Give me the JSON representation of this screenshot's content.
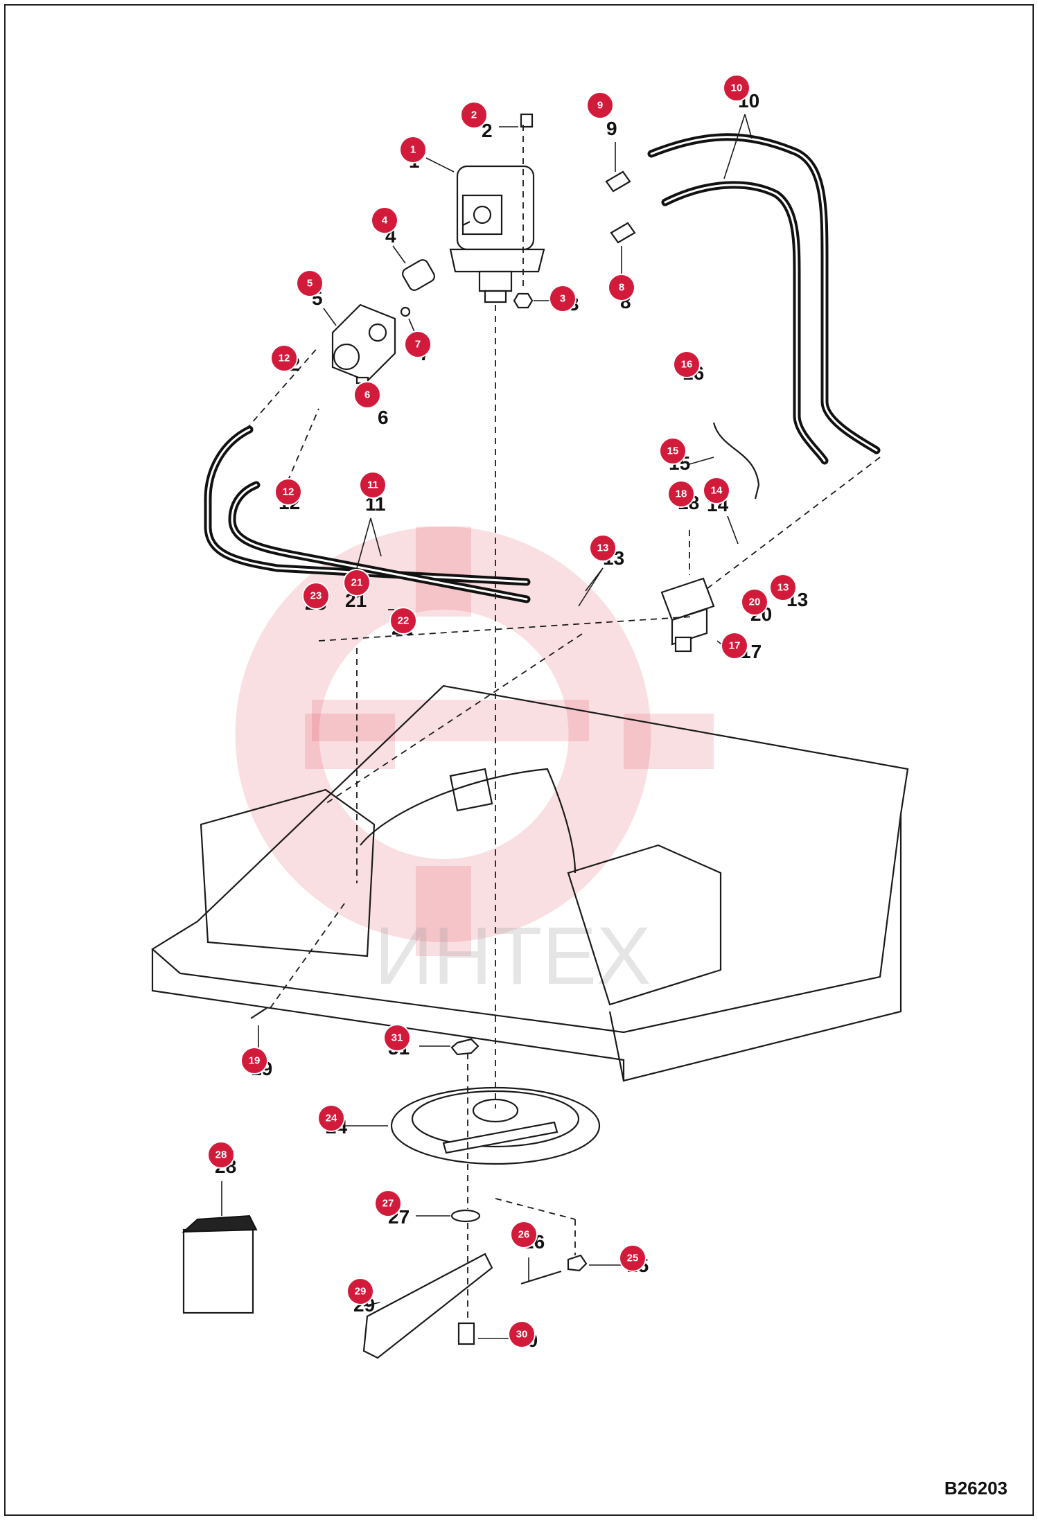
{
  "diagram": {
    "drawing_code": "B26203",
    "watermark": "ИНТЕХ",
    "callouts": [
      {
        "num": "1",
        "label": "1"
      },
      {
        "num": "2",
        "label": "2"
      },
      {
        "num": "3",
        "label": "3"
      },
      {
        "num": "4",
        "label": "4"
      },
      {
        "num": "5",
        "label": "5"
      },
      {
        "num": "6",
        "label": "6"
      },
      {
        "num": "7",
        "label": "7"
      },
      {
        "num": "8",
        "label": "8"
      },
      {
        "num": "9",
        "label": "9"
      },
      {
        "num": "10",
        "label": "10"
      },
      {
        "num": "11",
        "label": "11"
      },
      {
        "num": "12",
        "label": "12"
      },
      {
        "num": "12",
        "label": "12"
      },
      {
        "num": "13",
        "label": "13"
      },
      {
        "num": "13",
        "label": "13"
      },
      {
        "num": "14",
        "label": "14"
      },
      {
        "num": "15",
        "label": "15"
      },
      {
        "num": "16",
        "label": "16"
      },
      {
        "num": "17",
        "label": "17"
      },
      {
        "num": "18",
        "label": "18"
      },
      {
        "num": "19",
        "label": "19"
      },
      {
        "num": "20",
        "label": "20"
      },
      {
        "num": "21",
        "label": "21"
      },
      {
        "num": "22",
        "label": "22"
      },
      {
        "num": "23",
        "label": "23"
      },
      {
        "num": "24",
        "label": "24"
      },
      {
        "num": "25",
        "label": "25"
      },
      {
        "num": "26",
        "label": "26"
      },
      {
        "num": "27",
        "label": "27"
      },
      {
        "num": "28",
        "label": "28"
      },
      {
        "num": "29",
        "label": "29"
      },
      {
        "num": "30",
        "label": "30"
      },
      {
        "num": "31",
        "label": "31"
      }
    ]
  }
}
